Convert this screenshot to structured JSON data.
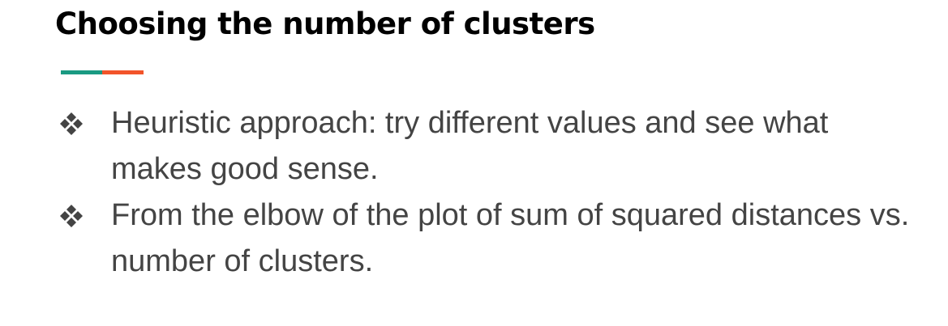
{
  "title": "Choosing the number of clusters",
  "accent_colors": {
    "left": "#1a9a82",
    "right": "#f2542a"
  },
  "bullet_icon": "four-diamond-bullet-icon",
  "bullets": [
    {
      "text": "Heuristic approach: try different values and see what makes good sense."
    },
    {
      "text": "From the elbow of the plot of sum of squared distances vs. number of clusters."
    }
  ],
  "colors": {
    "title": "#000000",
    "body_text": "#444444",
    "bullet": "#444444"
  }
}
